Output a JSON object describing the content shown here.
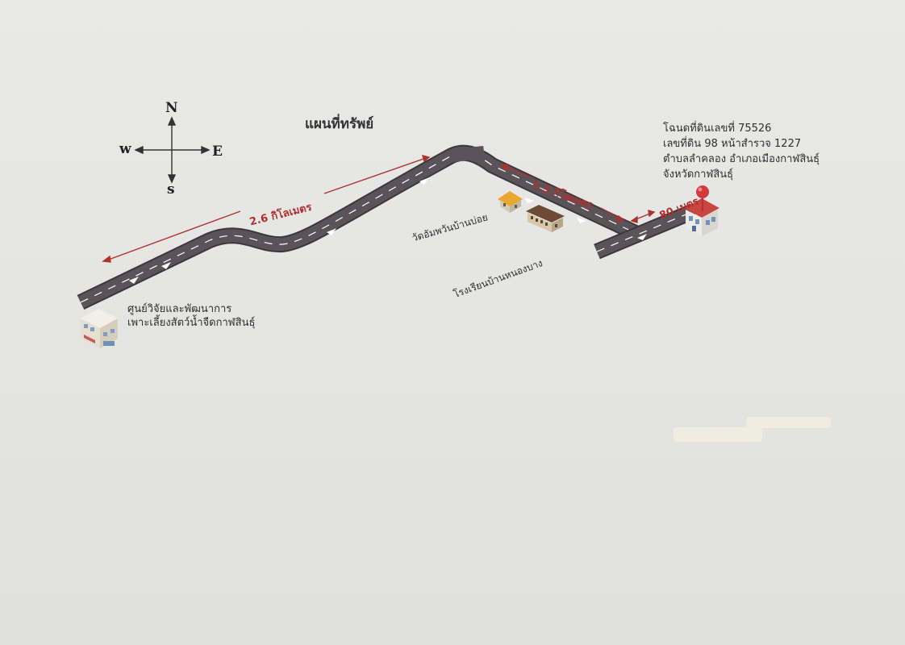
{
  "map": {
    "title": "แผนที่ทรัพย์",
    "compass": {
      "north": "N",
      "south": "s",
      "east": "E",
      "west": "w"
    },
    "origin": {
      "line1": "ศูนย์วิจัยและพัฒนาการ",
      "line2": "เพาะเลี้ยงสัตว์น้ำจืดกาฬสินธุ์"
    },
    "landmarks": {
      "temple": "วัดอัมพวันบ้านบ่อย",
      "school": "โรงเรียนบ้านหนองบาง"
    },
    "distances": {
      "segment1": "2.6 กิโลเมตร",
      "segment2": "1.3 กิโลเมตร",
      "segment3": "80 เมตร"
    },
    "property": {
      "line1": "โฉนดที่ดินเลขที่ 75526",
      "line2": "เลขที่ดิน 98 หน้าสำรวจ 1227",
      "line3": "ตำบลลำคลอง อำเภอเมืองกาฬสินธุ์",
      "line4": "จังหวัดกาฬสินธุ์"
    },
    "colors": {
      "road": "#5a5458",
      "road_edge": "#3c383b",
      "measure": "#b0302e",
      "pin": "#d03a3a"
    }
  }
}
